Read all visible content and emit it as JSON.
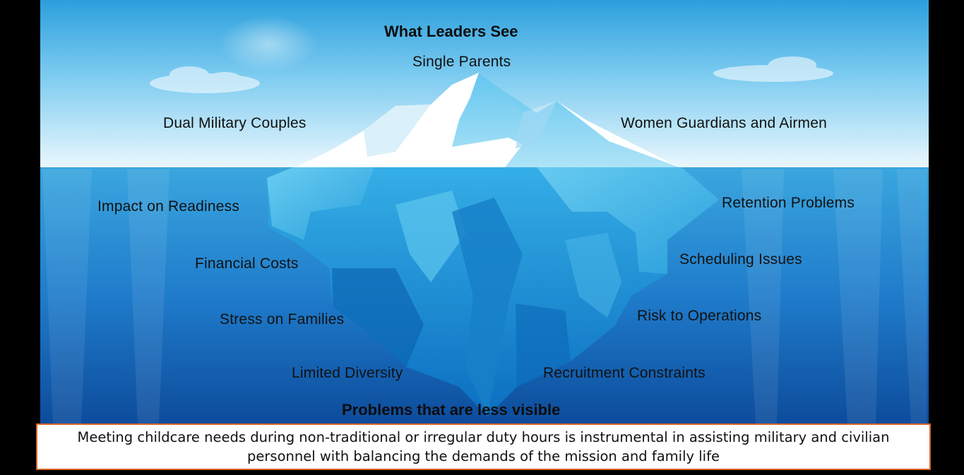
{
  "title_top": "What Leaders See",
  "title_bottom": "Problems that are less visible",
  "visible_items": {
    "top": "Single Parents",
    "left": "Dual Military Couples",
    "right": "Women Guardians and Airmen"
  },
  "hidden_items": {
    "impact_on_readiness": "Impact on Readiness",
    "financial_costs": "Financial Costs",
    "stress_on_families": "Stress on Families",
    "limited_diversity": "Limited Diversity",
    "retention_problems": "Retention Problems",
    "scheduling_issues": "Scheduling Issues",
    "risk_to_operations": "Risk to Operations",
    "recruitment_constraints": "Recruitment Constraints"
  },
  "caption": "Meeting childcare needs during non-traditional or irregular duty hours is instrumental in assisting military and civilian personnel with balancing the demands of the mission and family life",
  "colors": {
    "sky_top": "#2b9fdc",
    "sky_bottom": "#e3f4fc",
    "water_top": "#2f9bd8",
    "water_bottom": "#0e4f9e",
    "ice_dark": "#0f7fc6",
    "ice_light": "#4ec0ea",
    "caption_border": "#d9642a"
  }
}
